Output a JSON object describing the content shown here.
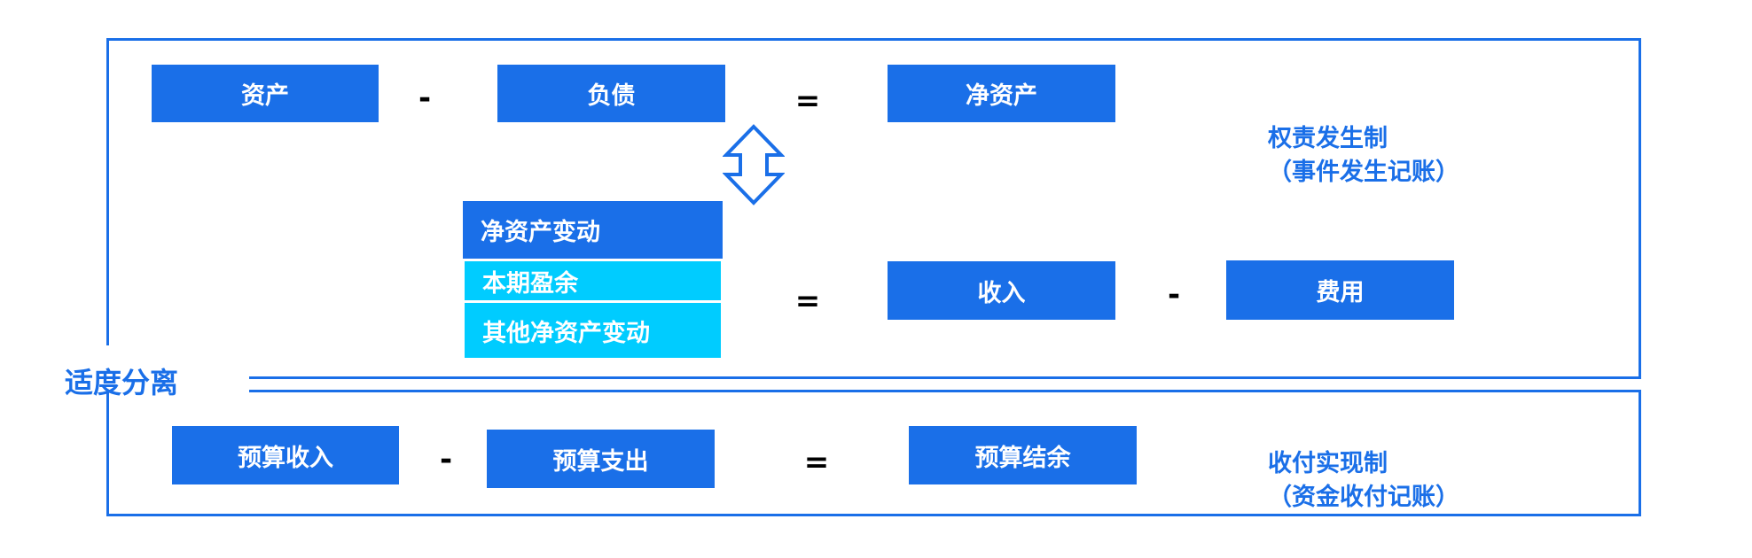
{
  "colors": {
    "primary": "#1a6fe8",
    "secondary": "#00ccff"
  },
  "accrual": {
    "eq1": {
      "a": "资产",
      "op1": "-",
      "b": "负债",
      "op2": "=",
      "c": "净资产"
    },
    "change": {
      "title": "净资产变动",
      "item1": "本期盈余",
      "item2": "其他净资产变动"
    },
    "eq2": {
      "op1": "=",
      "a": "收入",
      "op2": "-",
      "b": "费用"
    },
    "label": "权责发生制",
    "sub": "（事件发生记账）"
  },
  "separator": "适度分离",
  "budget": {
    "a": "预算收入",
    "op1": "-",
    "b": "预算支出",
    "op2": "=",
    "c": "预算结余",
    "label": "收付实现制",
    "sub": "（资金收付记账）"
  },
  "icons": {
    "arrow": "double-arrow-vertical"
  }
}
